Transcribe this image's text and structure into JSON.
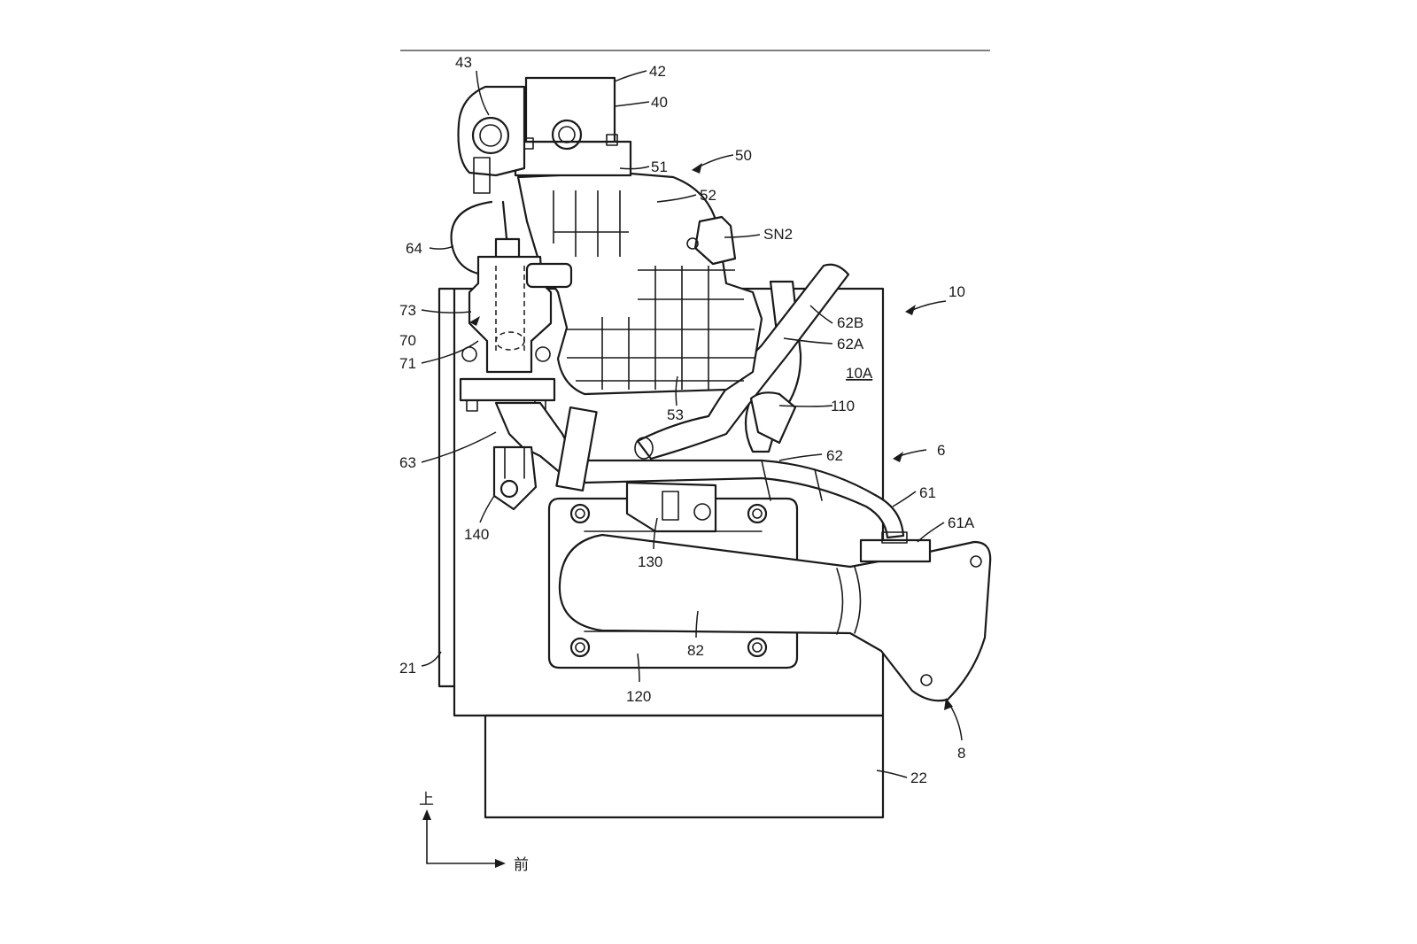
{
  "labels": {
    "n43": "43",
    "n42": "42",
    "n40": "40",
    "n50": "50",
    "n51": "51",
    "n52": "52",
    "sn2": "SN2",
    "n64": "64",
    "n10": "10",
    "n62b": "62B",
    "n62a": "62A",
    "n73": "73",
    "n70": "70",
    "n71": "71",
    "n10a": "10A",
    "n110": "110",
    "n53": "53",
    "n6": "6",
    "n62": "62",
    "n63": "63",
    "n61": "61",
    "n61a": "61A",
    "n140": "140",
    "n130": "130",
    "n82": "82",
    "n21": "21",
    "n120": "120",
    "n8": "8",
    "n22": "22"
  },
  "axis": {
    "up": "上",
    "front": "前"
  }
}
